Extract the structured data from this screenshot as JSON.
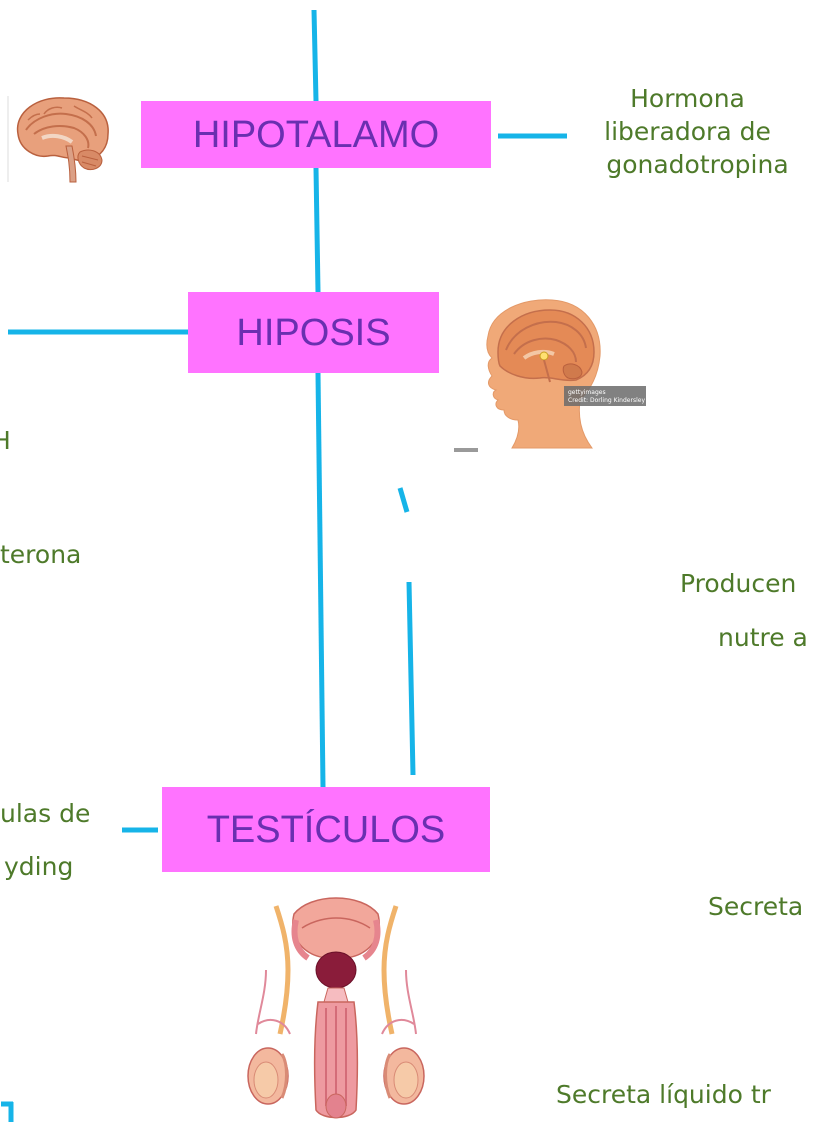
{
  "colors": {
    "connector": "#16b4e8",
    "box_fill": "#ff73ff",
    "box_text": "#6a2fb0",
    "label_text": "#4e7a2a"
  },
  "nodes": {
    "hipotalamo": "HIPOTALAMO",
    "hiposis": "HIPOSIS",
    "testiculos": "TESTÍCULOS"
  },
  "labels": {
    "hormona_line1": "Hormona",
    "hormona_line2": "liberadora de",
    "hormona_line3": "gonadotropina",
    "h_fragment": "H",
    "terona_fragment": "terona",
    "ulas_de": "ulas de",
    "yding": "yding",
    "producen": "Producen",
    "nutre_a": "nutre a",
    "secreta": "Secreta",
    "secreta_liquido": "Secreta líquido tr"
  },
  "watermark": {
    "line1": "gettyimages",
    "line2": "Credit: Dorling Kindersley"
  },
  "icons": {
    "brain": "brain-icon",
    "head": "head-profile-icon",
    "reproductive": "male-reproductive-system-icon"
  }
}
